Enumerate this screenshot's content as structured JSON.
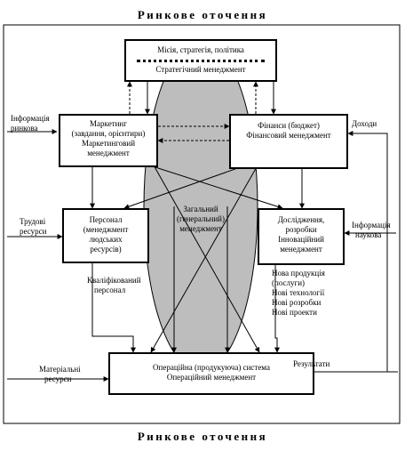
{
  "header": {
    "top": "Ринкове  оточення",
    "bottom": "Ринкове  оточення"
  },
  "boxes": {
    "mission": {
      "line1": "Місія, стратегія, політика",
      "line2": "Стратегічний менеджмент"
    },
    "marketing": {
      "line1": "Маркетинг",
      "line2": "(завдання, орієнтири)",
      "line3": "Маркетинговий",
      "line4": "менеджмент"
    },
    "finance": {
      "line1": "Фінанси (бюджет)",
      "line2": "Фінансовий менеджмент"
    },
    "personnel": {
      "line1": "Персонал",
      "line2": "(менеджмент",
      "line3": "людських",
      "line4": "ресурсів)"
    },
    "research": {
      "line1": "Дослідження,",
      "line2": "розробки",
      "line3": "Інноваційний",
      "line4": "менеджмент"
    },
    "operations": {
      "line1": "Операційна (продукуюча) система",
      "line2": "Операційний менеджмент"
    }
  },
  "ellipse_label": {
    "line1": "Загальний",
    "line2": "(генеральний)",
    "line3": "менеджмент"
  },
  "labels": {
    "info_market": {
      "line1": "Інформація",
      "line2": "ринкова"
    },
    "income": "Доходи",
    "labor": {
      "line1": "Трудові",
      "line2": "ресурси"
    },
    "info_science": {
      "line1": "Інформація",
      "line2": "наукова"
    },
    "qualified": {
      "line1": "Кваліфікований",
      "line2": "персонал"
    },
    "innovations": {
      "line1": "Нова продукція",
      "line2": "(послуги)",
      "line3": "Нові технології",
      "line4": "Нові розробки",
      "line5": "Нові проекти"
    },
    "materials": {
      "line1": "Матеріальні",
      "line2": "ресурси"
    },
    "results": "Результати"
  }
}
